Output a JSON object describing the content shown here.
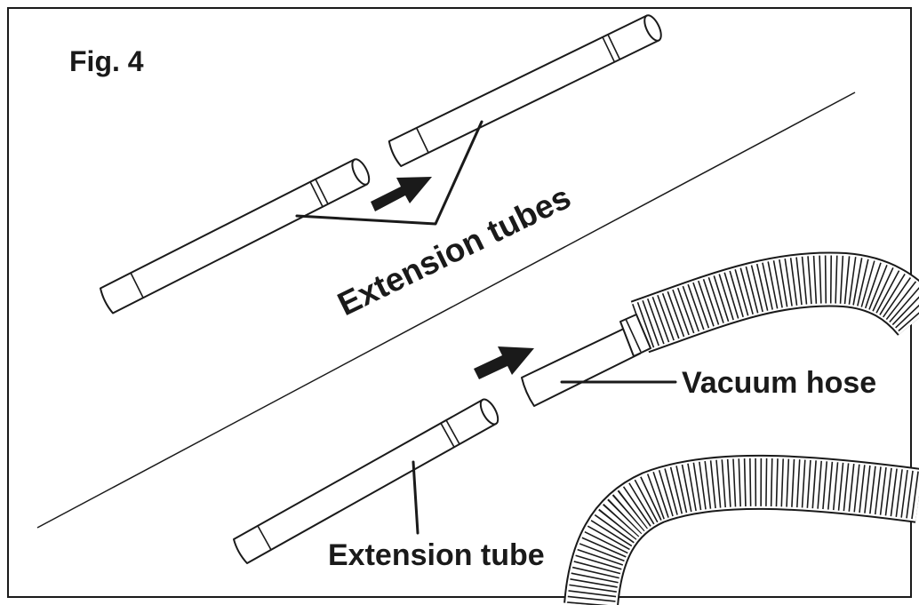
{
  "figure": {
    "title": "Fig. 4",
    "labels": {
      "extension_tubes": "Extension tubes",
      "vacuum_hose": "Vacuum hose",
      "extension_tube": "Extension tube"
    }
  }
}
